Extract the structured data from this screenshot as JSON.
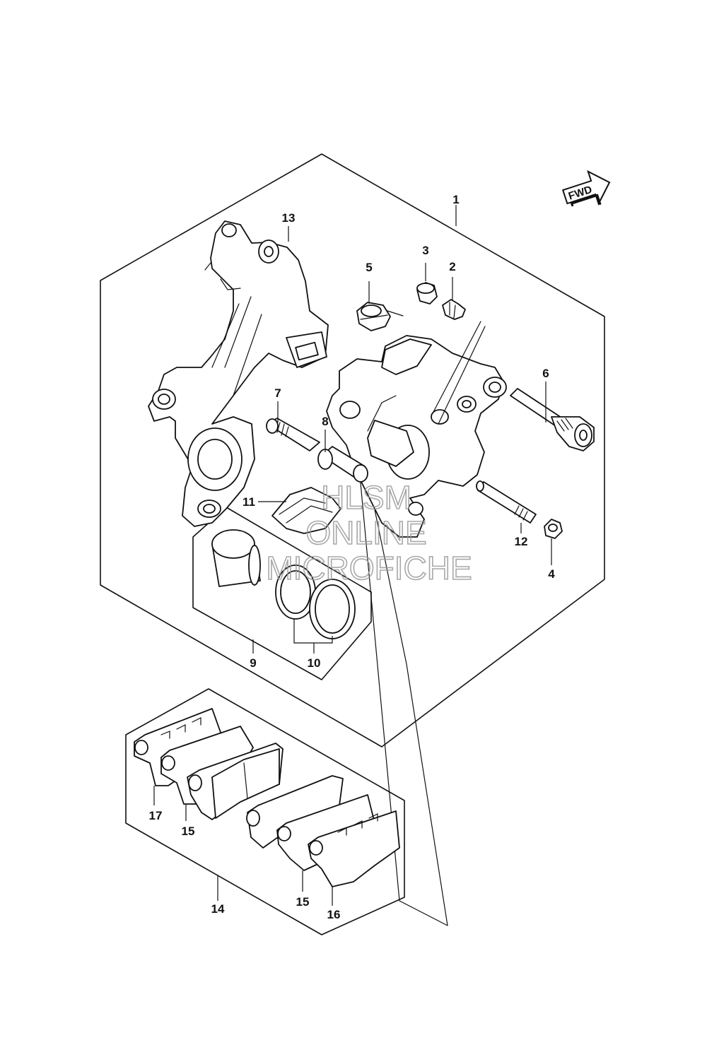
{
  "callouts": {
    "c1": "1",
    "c2": "2",
    "c3": "3",
    "c4": "4",
    "c5": "5",
    "c6": "6",
    "c7": "7",
    "c8": "8",
    "c9": "9",
    "c10": "10",
    "c11": "11",
    "c12": "12",
    "c13": "13",
    "c14": "14",
    "c15a": "15",
    "c15b": "15",
    "c16": "16",
    "c17": "17"
  },
  "direction_label": "FWD",
  "watermark": {
    "line1": "HLSM",
    "line2": "ONLINE",
    "line3": "MICROFICHE"
  }
}
